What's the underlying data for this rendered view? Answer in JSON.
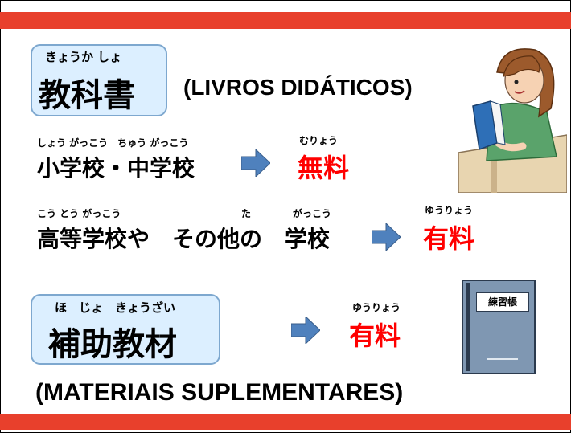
{
  "textbook": {
    "ruby": "きょうか しょ",
    "term": "教科書",
    "translation": "(LIVROS DIDÁTICOS)"
  },
  "row1": {
    "ruby": "しょう がっこう　ちゅう がっこう",
    "label": "小学校・中学校",
    "result_ruby": "むりょう",
    "result": "無料"
  },
  "row2": {
    "ruby_a": "こう とう がっこう",
    "ruby_b": "た",
    "ruby_c": "がっこう",
    "label": "高等学校や　その他の　学校",
    "result_ruby": "ゆうりょう",
    "result": "有料"
  },
  "supplement": {
    "ruby": "ほ　じょ　きょうざい",
    "term": "補助教材",
    "result_ruby": "ゆうりょう",
    "result": "有料",
    "translation": "(MATERIAIS SUPLEMENTARES)"
  },
  "notebook": {
    "label": "練習帳"
  },
  "colors": {
    "accent_bar": "#e8402c",
    "box_fill": "#dcefff",
    "box_border": "#7ea8cf",
    "arrow": "#4f81bd",
    "price_red": "#ff0000"
  },
  "icons": [
    "arrow-right-icon",
    "student-reading-illustration",
    "notebook-illustration"
  ]
}
